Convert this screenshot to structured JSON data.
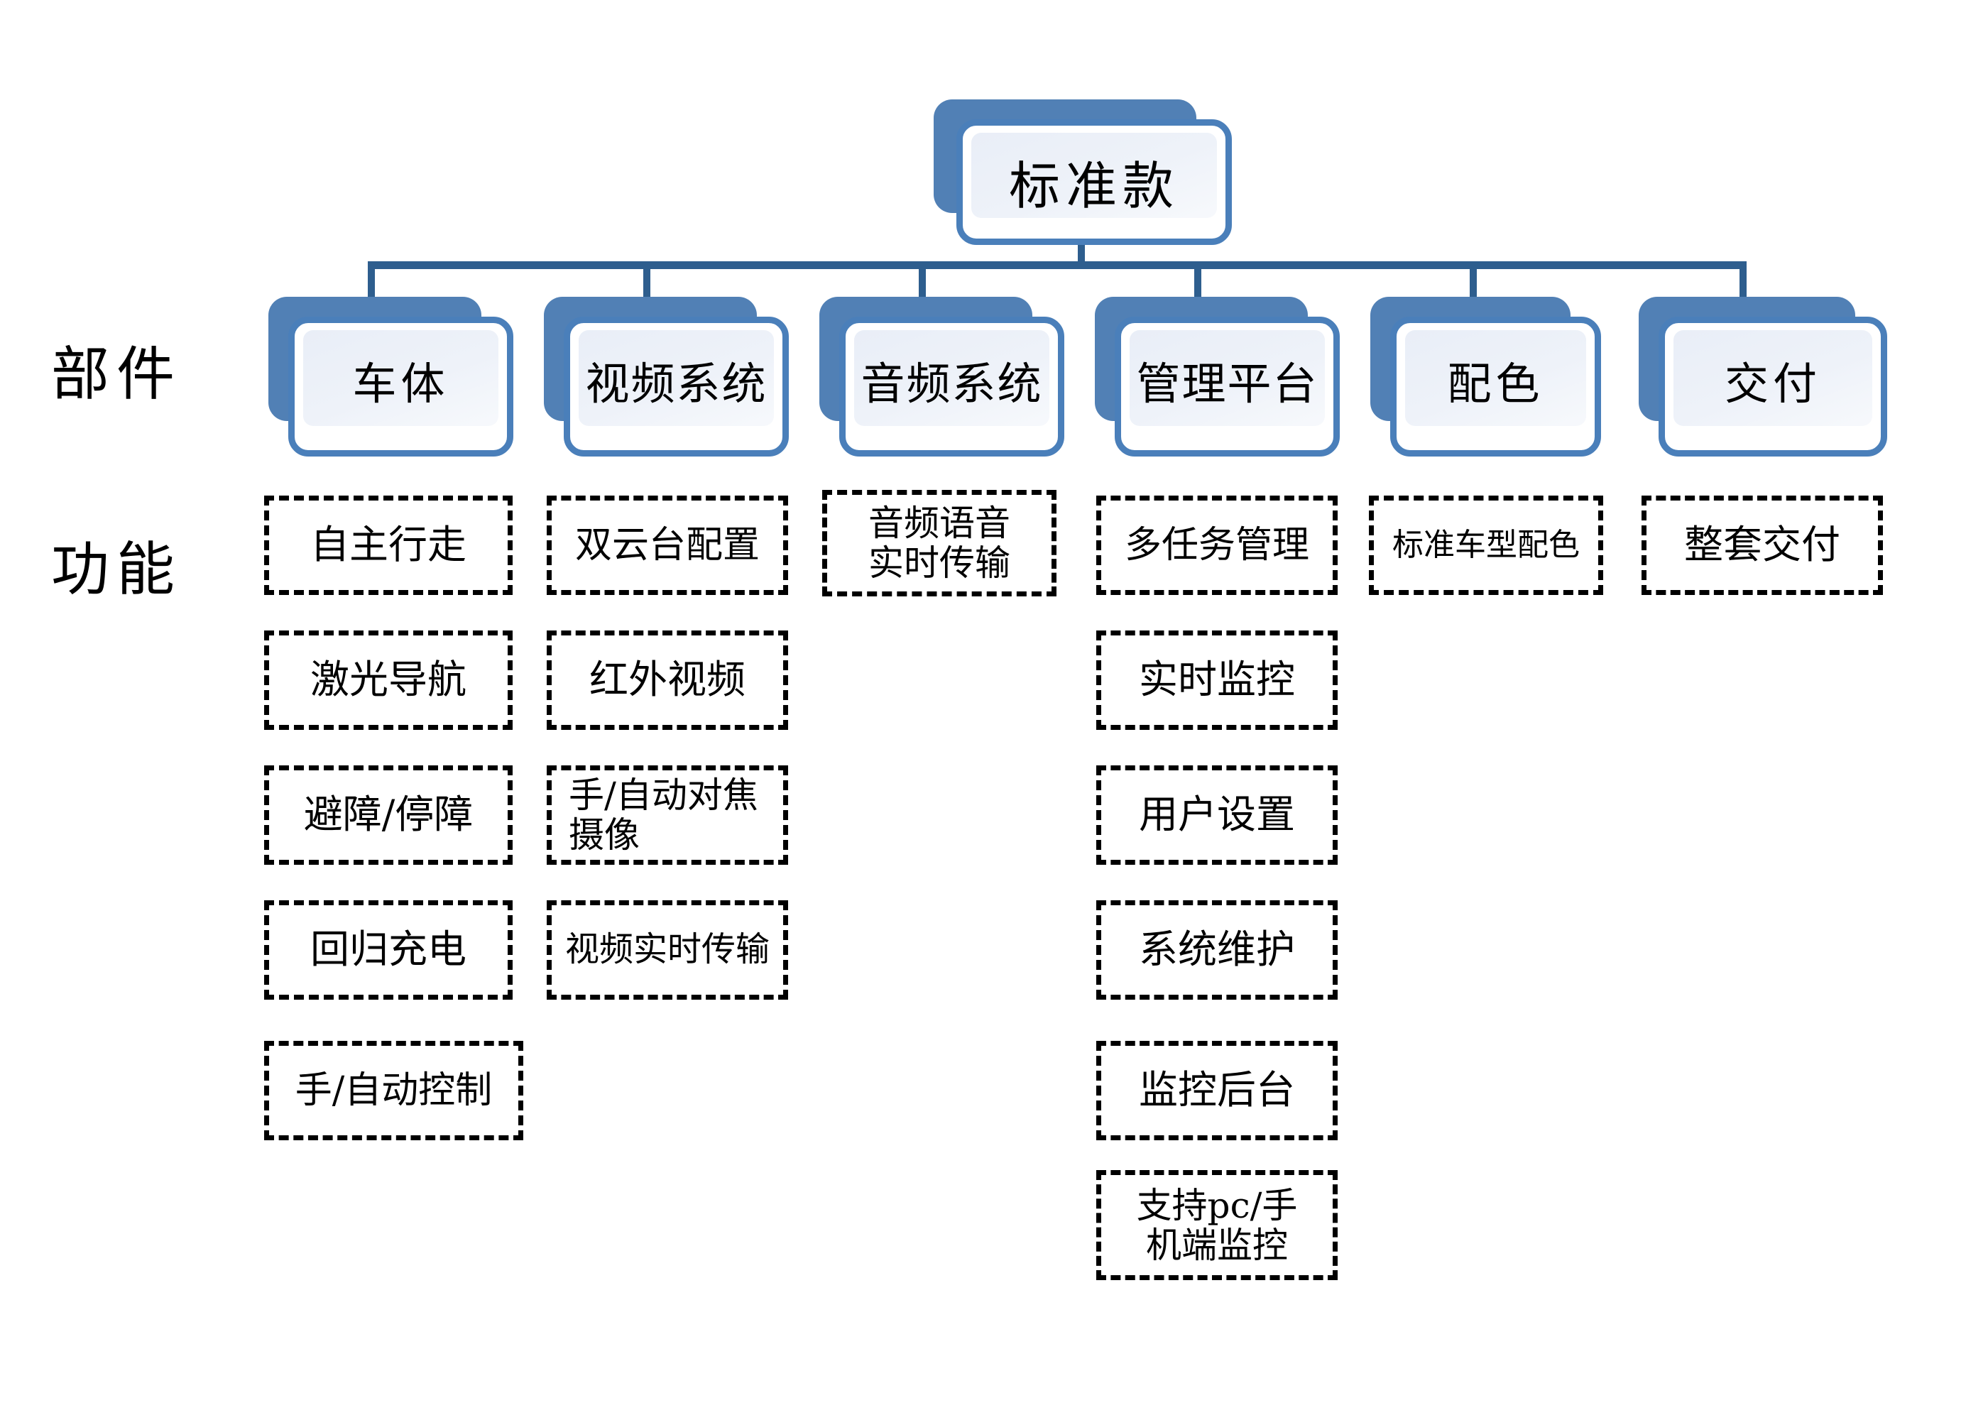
{
  "diagram": {
    "type": "org-chart",
    "root": {
      "label": "标准款"
    },
    "row_labels": {
      "components": "部件",
      "functions": "功能"
    },
    "colors": {
      "node_border": "#4a7fba",
      "node_shadow": "#5180b5",
      "node_inner_fill": "#eef2f9",
      "connector": "#2e5e8e",
      "function_box_border": "#000000",
      "text": "#000000",
      "background": "#ffffff"
    },
    "columns": [
      {
        "component": "车体",
        "functions": [
          "自主行走",
          "激光导航",
          "避障/停障",
          "回归充电",
          "手/自动控制"
        ]
      },
      {
        "component": "视频系统",
        "functions": [
          "双云台配置",
          "红外视频",
          "手/自动对焦摄像",
          "视频实时传输"
        ]
      },
      {
        "component": "音频系统",
        "functions": [
          "音频语音实时传输"
        ]
      },
      {
        "component": "管理平台",
        "functions": [
          "多任务管理",
          "实时监控",
          "用户设置",
          "系统维护",
          "监控后台",
          "支持pc/手机端监控"
        ]
      },
      {
        "component": "配色",
        "functions": [
          "标准车型配色"
        ]
      },
      {
        "component": "交付",
        "functions": [
          "整套交付"
        ]
      }
    ]
  }
}
